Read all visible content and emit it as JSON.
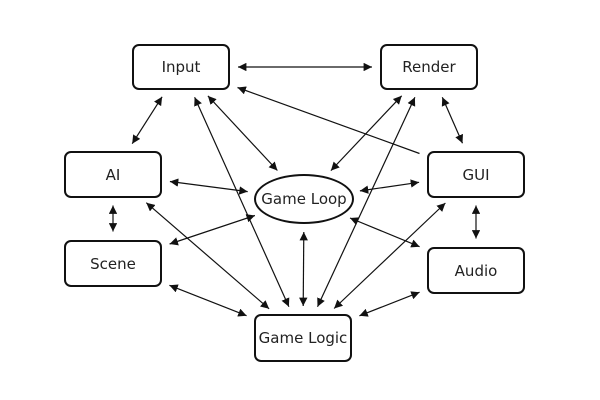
{
  "nodes": [
    {
      "id": "input",
      "label": "Input"
    },
    {
      "id": "render",
      "label": "Render"
    },
    {
      "id": "ai",
      "label": "AI"
    },
    {
      "id": "gui",
      "label": "GUI"
    },
    {
      "id": "game_loop",
      "label": "Game Loop"
    },
    {
      "id": "scene",
      "label": "Scene"
    },
    {
      "id": "audio",
      "label": "Audio"
    },
    {
      "id": "game_logic",
      "label": "Game Logic"
    }
  ],
  "edges": [
    {
      "from": "input",
      "to": "render",
      "directed": "both"
    },
    {
      "from": "input",
      "to": "ai",
      "directed": "both"
    },
    {
      "from": "input",
      "to": "game_loop",
      "directed": "both"
    },
    {
      "from": "input",
      "to": "gui",
      "directed": "to_source"
    },
    {
      "from": "input",
      "to": "game_logic",
      "directed": "both"
    },
    {
      "from": "render",
      "to": "gui",
      "directed": "both"
    },
    {
      "from": "render",
      "to": "game_loop",
      "directed": "both"
    },
    {
      "from": "render",
      "to": "game_logic",
      "directed": "both"
    },
    {
      "from": "ai",
      "to": "scene",
      "directed": "both"
    },
    {
      "from": "ai",
      "to": "game_loop",
      "directed": "both"
    },
    {
      "from": "ai",
      "to": "game_logic",
      "directed": "both"
    },
    {
      "from": "gui",
      "to": "game_loop",
      "directed": "both"
    },
    {
      "from": "gui",
      "to": "audio",
      "directed": "both"
    },
    {
      "from": "gui",
      "to": "game_logic",
      "directed": "both"
    },
    {
      "from": "game_loop",
      "to": "scene",
      "directed": "both"
    },
    {
      "from": "game_loop",
      "to": "audio",
      "directed": "both"
    },
    {
      "from": "game_loop",
      "to": "game_logic",
      "directed": "both"
    },
    {
      "from": "scene",
      "to": "game_logic",
      "directed": "both"
    },
    {
      "from": "audio",
      "to": "game_logic",
      "directed": "both"
    }
  ]
}
